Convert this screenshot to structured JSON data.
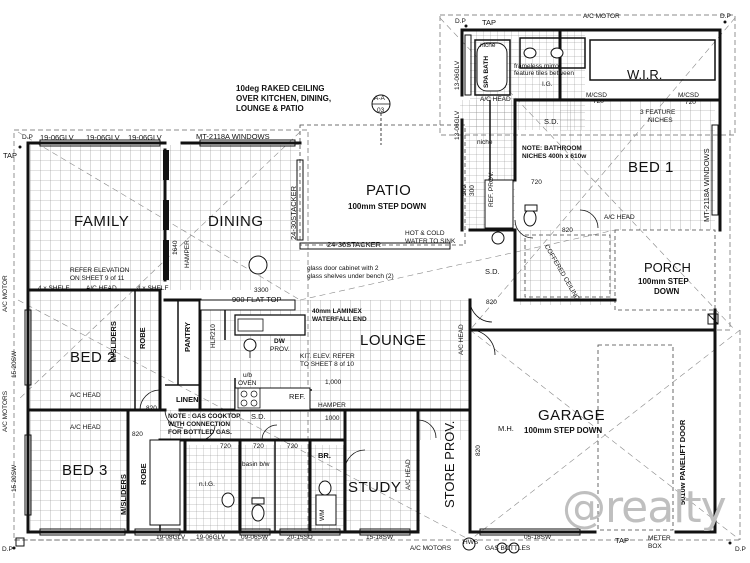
{
  "rooms": {
    "family": "FAMILY",
    "dining": "DINING",
    "patio": "PATIO",
    "patio_step": "100mm STEP DOWN",
    "bed1": "BED 1",
    "wir": "W.I.R.",
    "porch": "PORCH",
    "porch_step_1": "100mm STEP",
    "porch_step_2": "DOWN",
    "bed2": "BED 2",
    "lounge": "LOUNGE",
    "garage": "GARAGE",
    "garage_step": "100mm STEP DOWN",
    "bed3": "BED 3",
    "study": "STUDY",
    "pantry": "PANTRY",
    "linen": "LINEN",
    "robe_1": "ROBE",
    "robe_2": "ROBE",
    "msliders_1": "M/SLIDERS",
    "msliders_2": "M/SLIDERS",
    "store_prov": "STORE PROV.",
    "br": "BR.",
    "ensuite_label": "n.I.G.",
    "spa_bath": "SPA BATH",
    "mh": "M.H."
  },
  "notes": {
    "raked_1": "10deg RAKED CEILING",
    "raked_2": "OVER KITCHEN, DINING,",
    "raked_3": "LOUNGE & PATIO",
    "section_mark": "A-A",
    "section_num": "03",
    "glass_door_1": "glass door cabinet with 2",
    "glass_door_2": "glass shelves under bench (2)",
    "flat_top": "900 FLAT TOP",
    "laminex_1": "40mm LAMINEX",
    "laminex_2": "WATERFALL END",
    "kit_elev_1": "KIT. ELEV. REFER",
    "kit_elev_2": "TO SHEET 8 of 10",
    "refer_elev_1": "REFER ELEVATION",
    "refer_elev_2": "ON SHEET 9 of 11",
    "shelf_1": "4 x SHELF",
    "shelf_2": "4 x SHELF",
    "hot_cold_1": "HOT & COLD",
    "hot_cold_2": "WATER TO SINK",
    "bath_niche_1": "NOTE: BATHROOM",
    "bath_niche_2": "NICHES 400h x 610w",
    "frameless_1": "frameless mirror",
    "frameless_2": "feature tiles between",
    "feature_niches_1": "3 FEATURE",
    "feature_niches_2": "NICHES",
    "coffered": "COFFERED CEILING",
    "gas_note_1": "NOTE : GAS COOKTOP",
    "gas_note_2": "WITH CONNECTION",
    "gas_note_3": "FOR BOTTLED GAS.",
    "uo_oven_1": "u/b",
    "uo_oven_2": "OVEN",
    "dw": "DW",
    "dw_prov": "PROV.",
    "ref": "REF.",
    "ref_prov": "REF. PROV.",
    "hamper_1": "HAMPER",
    "hamper_2": "HAMPER",
    "sd_1": "S.D.",
    "sd_2": "S.D.",
    "sd_3": "S.D.",
    "niche": "niche",
    "niche_2": "niche",
    "ig": "I.G.",
    "wm": "WM",
    "hws": "HWS",
    "gas_bottles": "GAS BOTTLES",
    "ac_motors": "A/C MOTORS",
    "ac_motor_top": "A/C MOTOR",
    "ac_motor_left": "A/C MOTOR",
    "ac_motors_left": "A/C MOTORS",
    "ac_head_1": "A/C HEAD",
    "ac_head_2": "A/C HEAD",
    "ac_head_3": "A/C HEAD",
    "ac_head_4": "A/C HEAD",
    "ac_head_5": "A/C HEAD",
    "ac_head_6": "A/C HEAD",
    "ac_head_7": "A/C HEAD",
    "meter_box_1": "METER",
    "meter_box_2": "BOX",
    "panelift": "5010w PANELIFT DOOR",
    "stacker_1": "24-36STACKER",
    "stacker_2": "24-30STACKER",
    "windows_top": "MT-2118A WINDOWS",
    "windows_right": "MT-2118A WINDOWS",
    "tap_1": "TAP",
    "tap_2": "TAP",
    "tap_3": "TAP",
    "dp": "D.P",
    "n_1000": "1,000",
    "n_1000b": "1000",
    "n_1640": "1640",
    "n_3300": "3300",
    "n_820a": "820",
    "n_820b": "820",
    "n_820c": "820",
    "n_820d": "820",
    "n_820e": "820",
    "n_720a": "720",
    "n_720b": "720",
    "n_720c": "720",
    "n_720d": "720",
    "n_720e": "720",
    "n_720f": "720",
    "mcsd": "M/CSD",
    "mcsd2": "M/CSD",
    "hlr": "HLR210",
    "basin": "basin b/w"
  },
  "dims": {
    "top_1": "19-06GLV",
    "top_2": "19-06GLV",
    "top_3": "19-06GLV",
    "top_ens_1": "13-06GLV",
    "top_ens_2": "13-06GLV",
    "left_1": "15-20SW",
    "left_2": "15-20SW",
    "bot_1": "19-08GLV",
    "bot_2": "19-06GLV",
    "bot_3": "09-06SW",
    "bot_4": "20-15SD",
    "bot_5": "15-18SW",
    "bot_6": "05-18SW",
    "patio_w1": "500",
    "patio_w2": "300"
  },
  "watermark": "@realty"
}
